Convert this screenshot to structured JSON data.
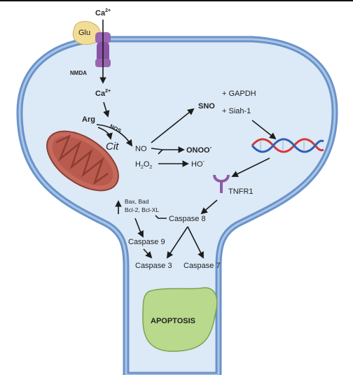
{
  "colors": {
    "membrane_outer": "#6b93c9",
    "membrane_inner": "#a9c6e8",
    "cytoplasm": "#dce9f6",
    "receptor": "#9a64b3",
    "glutamate": "#f3dc95",
    "mitochondrion": "#c46a5c",
    "mito_inner": "#8f3d33",
    "tnfr1": "#8e5aa8",
    "apoptosis_body": "#b9d98c",
    "dna_red": "#d23a3a",
    "dna_blue": "#2f5fb8"
  },
  "labels": {
    "ca_top": "Ca",
    "ca_top_sup": "2+",
    "glu": "Glu",
    "nmda": "NMDA",
    "ca_inner": "Ca",
    "ca_inner_sup": "2+",
    "arg": "Arg",
    "nos": "NOS",
    "cit": "Cit",
    "no": "NO",
    "sno": "SNO",
    "gapdh": "+ GAPDH",
    "siah1": "+ Siah-1",
    "onoo": "ONOO",
    "onoo_sup": "-",
    "h2o2_main": "H",
    "h2o2_sub1": "2",
    "h2o2_o": "O",
    "h2o2_sub2": "2",
    "ho": "HO",
    "ho_sup": "-",
    "tnfr1": "TNFR1",
    "bax_bad": "Bax, Bad",
    "bcl": "Bcl-2, Bcl-XL",
    "caspase8": "Caspase 8",
    "caspase9": "Caspase 9",
    "caspase3": "Caspase 3",
    "caspase7": "Caspase 7",
    "apoptosis": "APOPTOSIS"
  }
}
